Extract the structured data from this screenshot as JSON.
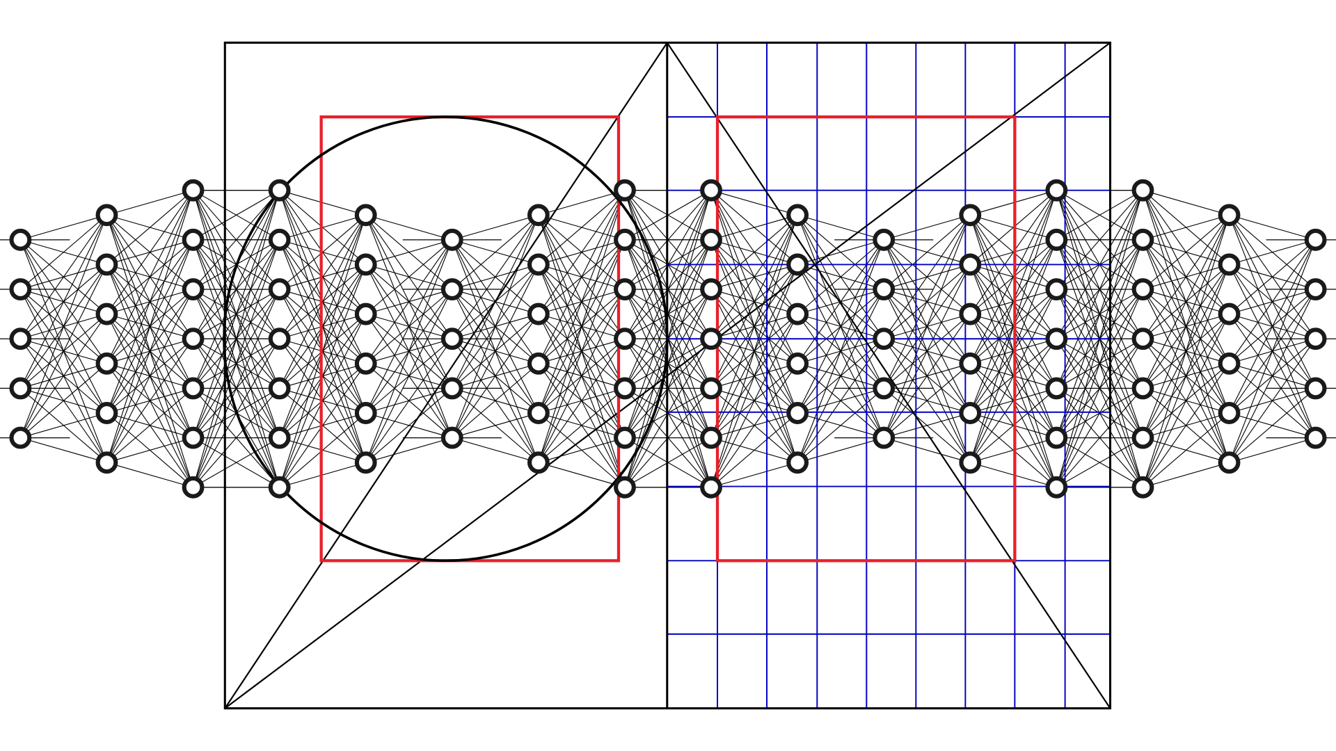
{
  "diagram": {
    "layer_sizes": [
      5,
      6,
      7,
      7,
      6,
      5,
      6,
      7,
      7,
      6,
      5,
      6,
      7,
      7,
      6,
      5
    ],
    "colors": {
      "node_stroke": "#1a1a1a",
      "edge": "#000000",
      "frame": "#000000",
      "highlight": "#e8202a",
      "grid": "#0000c0",
      "background": "#ffffff"
    },
    "grid": {
      "columns": 9,
      "rows": 9
    }
  }
}
